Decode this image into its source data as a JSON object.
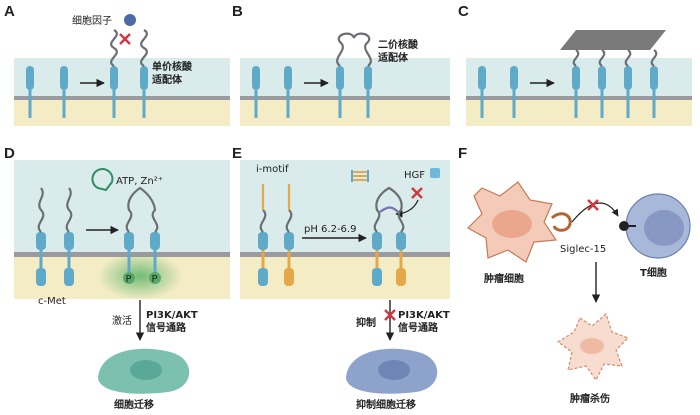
{
  "panels": {
    "A": {
      "label": "A",
      "cytokine": "细胞因子",
      "aptamer_line1": "单价核酸",
      "aptamer_line2": "适配体"
    },
    "B": {
      "label": "B",
      "aptamer_line1": "二价核酸",
      "aptamer_line2": "适配体"
    },
    "C": {
      "label": "C"
    },
    "D": {
      "label": "D",
      "ligand": "ATP, Zn²⁺",
      "receptor": "c-Met",
      "phospho": "P",
      "activate": "激活",
      "pathway_line1": "PI3K/AKT",
      "pathway_line2": "信号通路",
      "outcome": "细胞迁移"
    },
    "E": {
      "label": "E",
      "imotif": "i-motif",
      "hgf": "HGF",
      "ph": "pH 6.2-6.9",
      "inhibit": "抑制",
      "pathway_line1": "PI3K/AKT",
      "pathway_line2": "信号通路",
      "outcome": "抑制细胞迁移"
    },
    "F": {
      "label": "F",
      "tumor_cell": "肿瘤细胞",
      "siglec": "Siglec-15",
      "t_cell": "T细胞",
      "outcome": "肿瘤杀伤"
    }
  },
  "colors": {
    "extracellular": "#d9ebea",
    "membrane": "#9a9aa0",
    "cytoplasm": "#f3ecc4",
    "receptor": "#5fa9c9",
    "receptor_orange": "#e4a84a",
    "aptamer": "#6b6f74",
    "cytokine": "#4d6aa7",
    "cross": "#d0383f",
    "migrate_cell": "#7cc1b0",
    "inhibit_cell": "#8da3cc",
    "tumor": "#f3cbb8",
    "tcell": "#a8b8d8"
  }
}
